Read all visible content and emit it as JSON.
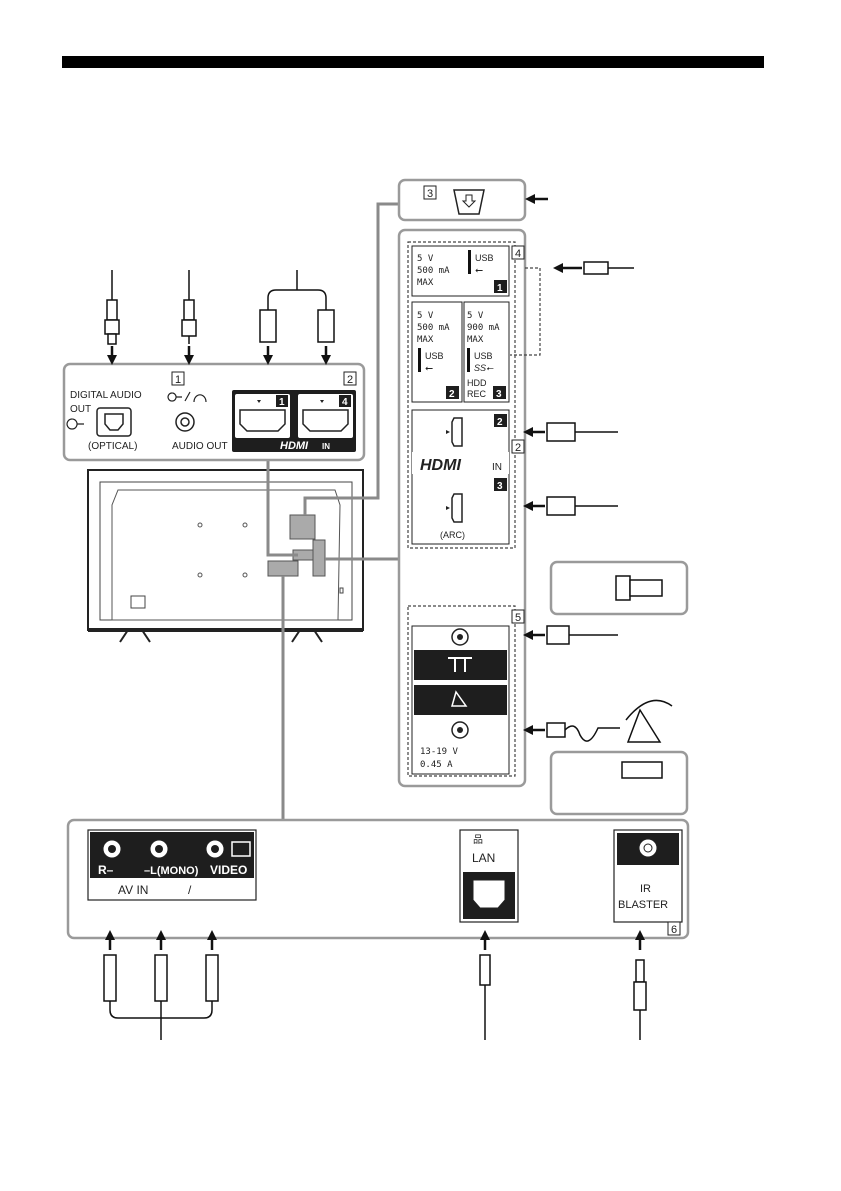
{
  "side_panel": {
    "digital_audio_label": "DIGITAL AUDIO",
    "out_label": "OUT",
    "optical_label": "(OPTICAL)",
    "audio_out_label": "AUDIO OUT",
    "hdmi_logo": "HDMI",
    "hdmi_in_label": "IN",
    "box1": "1",
    "box2": "2",
    "hdmi_port_1": "1",
    "hdmi_port_4": "4"
  },
  "service_port": {
    "box": "3"
  },
  "right_panel": {
    "box4": "4",
    "box2": "2",
    "box5": "5",
    "usb1": {
      "volt": "5 V",
      "current": "500 mA",
      "max": "MAX",
      "label": "USB",
      "num": "1"
    },
    "usb2": {
      "volt": "5 V",
      "current": "500 mA",
      "max": "MAX",
      "label": "USB",
      "num": "2"
    },
    "usb3": {
      "volt": "5 V",
      "current": "900 mA",
      "max": "MAX",
      "label": "USB",
      "hdd": "HDD",
      "rec": "REC",
      "num": "3"
    },
    "hdmi2_num": "2",
    "hdmi3_num": "3",
    "hdmi_logo": "HDMI",
    "hdmi_in": "IN",
    "arc_label": "(ARC)",
    "sat_voltage": "13-19 V",
    "sat_current": "0.45 A"
  },
  "bottom_panel": {
    "r_label": "R–",
    "l_label": "–L(MONO)",
    "video_label": "VIDEO",
    "av_in_label": "AV IN",
    "slash": "/",
    "lan_label": "LAN",
    "ir_label": "IR",
    "blaster_label": "BLASTER",
    "box6": "6"
  },
  "colors": {
    "panel_border": "#9a9a9a",
    "dark": "#1e1e1e",
    "title_bar": "#000000"
  }
}
